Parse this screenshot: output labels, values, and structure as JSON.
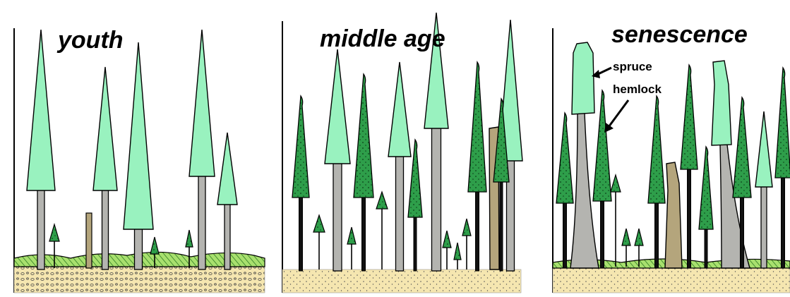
{
  "panels": [
    {
      "id": "youth",
      "title": "youth"
    },
    {
      "id": "middle-age",
      "title": "middle age"
    },
    {
      "id": "senescence",
      "title": "senescence"
    }
  ],
  "annotations": {
    "spruce": "spruce",
    "hemlock": "hemlock"
  },
  "colors": {
    "spruce_crown": "#99f2bf",
    "hemlock_crown": "#2e9e4a",
    "trunk": "#b4b4b0",
    "dead_snag": "#b4a57c",
    "understory": "#8ed65a",
    "soil": "#f5e6b0",
    "ink": "#000000"
  }
}
